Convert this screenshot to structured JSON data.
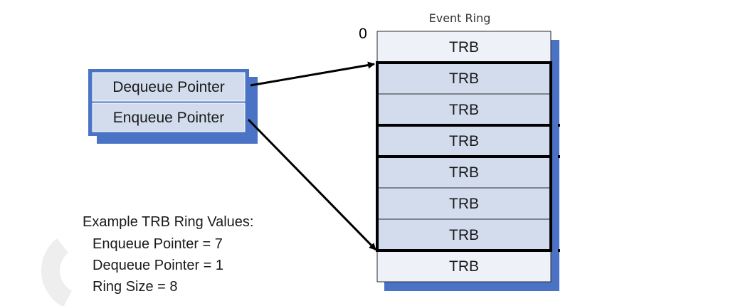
{
  "ring": {
    "title": "Event Ring",
    "index_label": "0",
    "entries": [
      "TRB",
      "TRB",
      "TRB",
      "TRB",
      "TRB",
      "TRB",
      "TRB",
      "TRB"
    ],
    "segments": [
      [
        1,
        2
      ],
      [
        3,
        3
      ],
      [
        4,
        6
      ]
    ]
  },
  "pointers": {
    "dequeue_label": "Dequeue Pointer",
    "enqueue_label": "Enqueue Pointer"
  },
  "example": {
    "heading": "Example TRB Ring Values:",
    "lines": [
      "Enqueue Pointer = 7",
      "Dequeue Pointer = 1",
      "Ring Size = 8"
    ]
  },
  "colors": {
    "shadow": "#4a73c6",
    "entry_free": "#eef2f8",
    "entry_used": "#d2dced",
    "pointer_fill": "#d2dced",
    "pointer_frame": "#4a73c6",
    "arrow": "#000000",
    "watermark": "#eeeeee"
  }
}
